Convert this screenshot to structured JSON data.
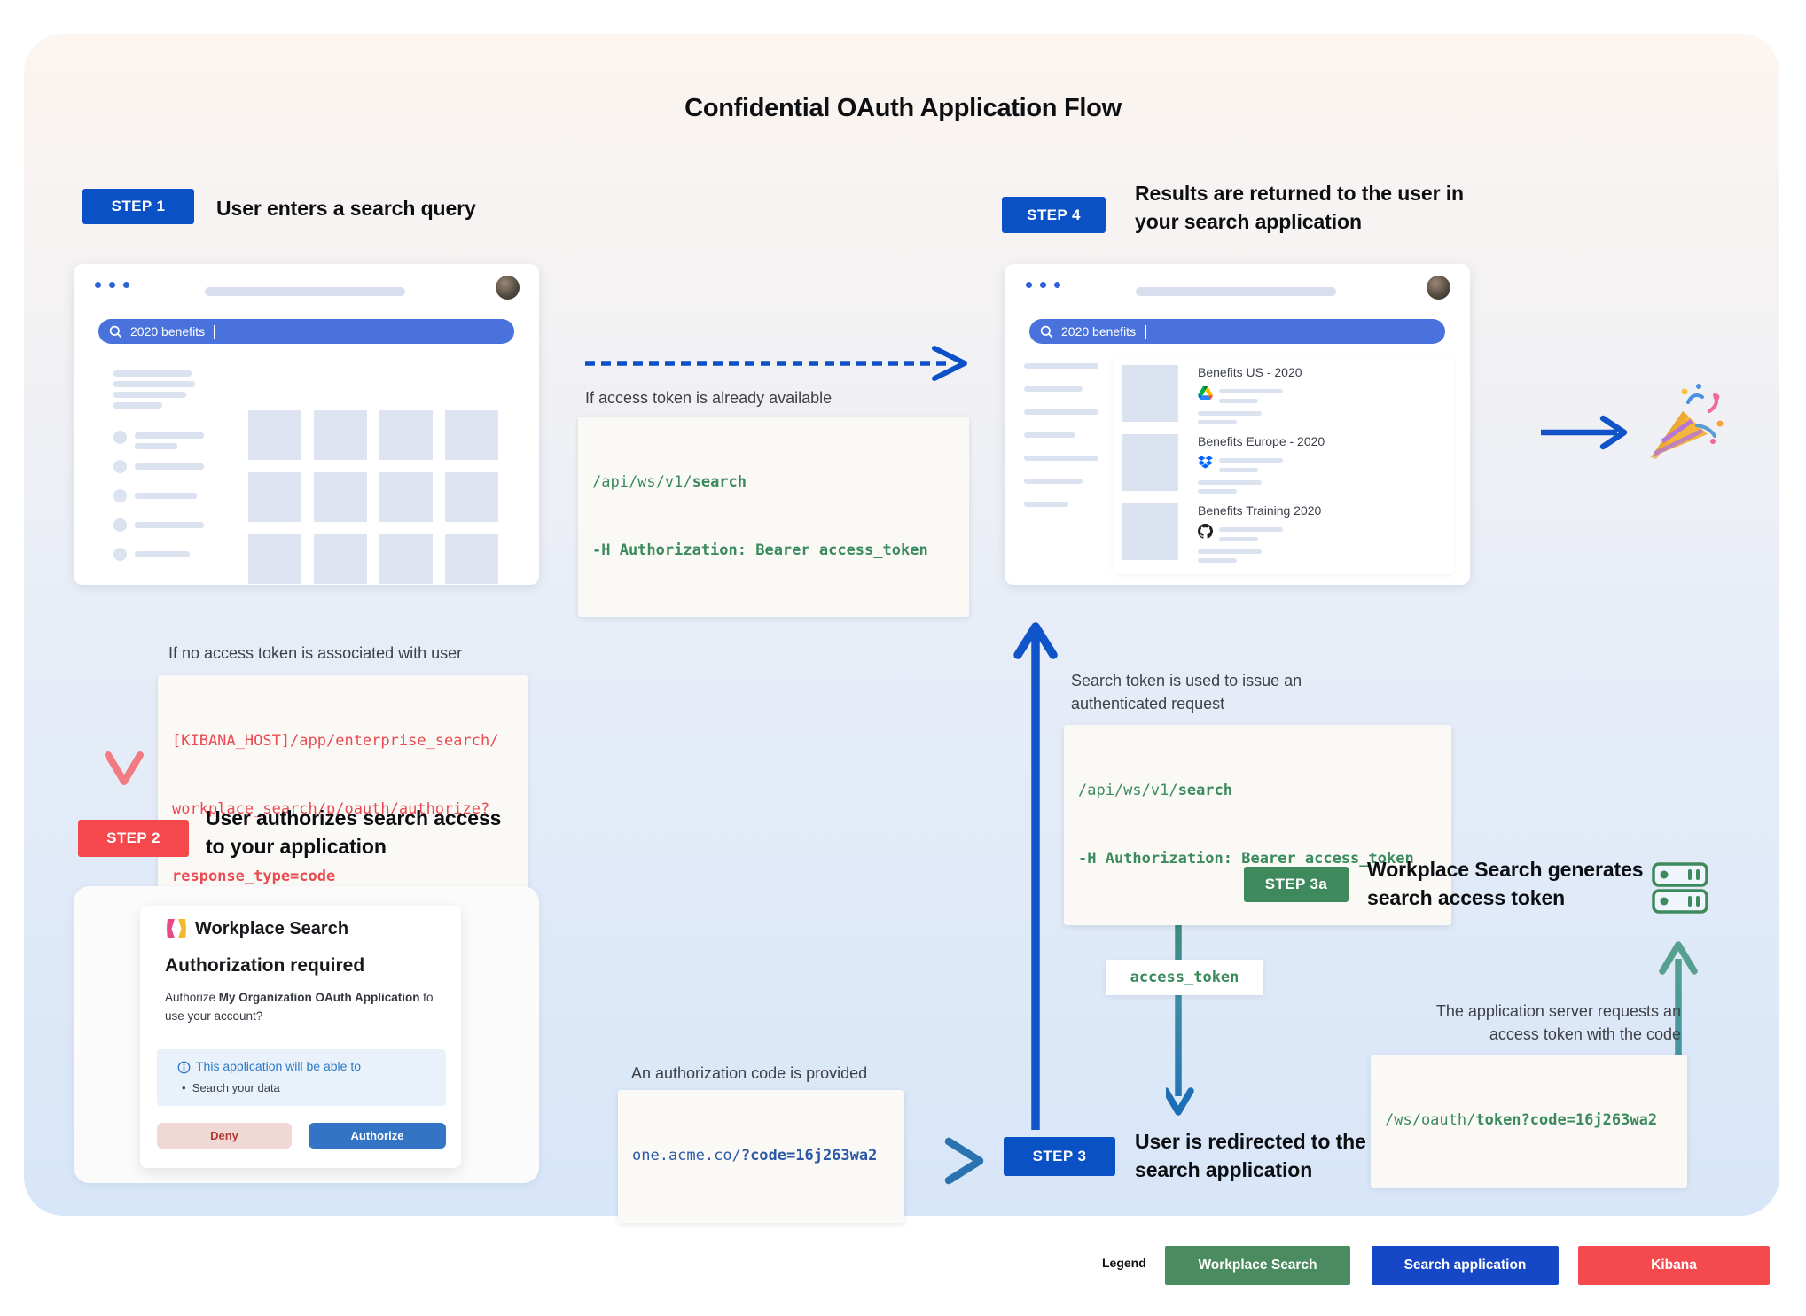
{
  "title": "Confidential OAuth Application Flow",
  "steps": {
    "step1": {
      "badge": "STEP 1",
      "heading": "User enters a search query"
    },
    "step2": {
      "badge": "STEP 2",
      "heading": "User authorizes search access to your application"
    },
    "step3": {
      "badge": "STEP 3",
      "heading": "User is redirected to the search application"
    },
    "step3a": {
      "badge": "STEP 3a",
      "heading": "Workplace Search generates search access token"
    },
    "step4": {
      "badge": "STEP 4",
      "heading": "Results are returned to the user in your search application"
    }
  },
  "annotations": {
    "token_available": "If access token is already available",
    "no_token": "If no access token is associated with user",
    "auth_code": "An authorization code is provided",
    "search_token": "Search token is used to issue an authenticated request",
    "app_server": "The application server requests an access token with the code"
  },
  "code": {
    "search_api": {
      "path": "/api/ws/v1/",
      "endpoint": "search",
      "header": "-H Authorization: Bearer access_token"
    },
    "kibana_authorize": {
      "line1": "[KIBANA_HOST]/app/enterprise_search/",
      "line2": "workplace_search/p/oauth/authorize?",
      "line3": "response_type=code"
    },
    "redirect": {
      "host": "one.acme.co/",
      "param": "?code=16j263wa2"
    },
    "token_request": {
      "path": "/ws/oauth/",
      "param": "token?code=16j263wa2"
    },
    "access_token": "access_token"
  },
  "browser1": {
    "search_query": "2020 benefits"
  },
  "browser2": {
    "search_query": "2020 benefits",
    "results": [
      {
        "title": "Benefits US - 2020",
        "source": "google-drive"
      },
      {
        "title": "Benefits Europe - 2020",
        "source": "dropbox"
      },
      {
        "title": "Benefits Training 2020",
        "source": "github"
      }
    ]
  },
  "dialog": {
    "app_name": "Workplace Search",
    "heading": "Authorization required",
    "body_pre": "Authorize ",
    "body_bold": "My Organization OAuth Application",
    "body_post": " to use your account?",
    "panel_title": "This application will be able to",
    "panel_item": "Search your data",
    "deny_label": "Deny",
    "authorize_label": "Authorize"
  },
  "legend": {
    "label": "Legend",
    "items": [
      {
        "label": "Workplace Search",
        "color": "#4a8b5f"
      },
      {
        "label": "Search application",
        "color": "#1547c6"
      },
      {
        "label": "Kibana",
        "color": "#f4494d"
      }
    ]
  },
  "icons": {
    "party": "🎉",
    "search": "magnifier",
    "info": "ⓘ",
    "server": "server-stack",
    "window_dots": "•••"
  },
  "colors": {
    "step_blue": "#0b51c6",
    "step_red": "#f4484d",
    "step_green": "#3e8a5d",
    "code_green": "#3a8a5e",
    "code_red": "#ea4a50",
    "code_blue": "#2b59a8",
    "searchbar": "#4a72dc"
  }
}
